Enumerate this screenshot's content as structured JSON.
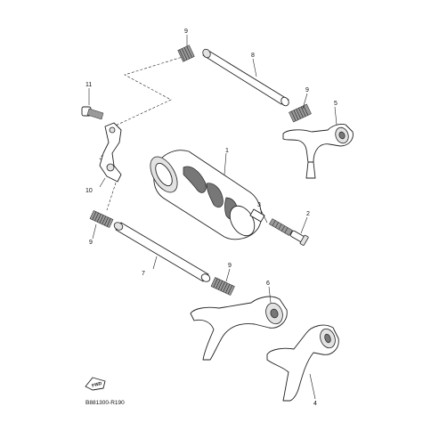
{
  "callouts": {
    "c1": "1",
    "c2": "2",
    "c3": "3",
    "c4": "4",
    "c5": "5",
    "c6": "6",
    "c7": "7",
    "c8": "8",
    "c9a": "9",
    "c9b": "9",
    "c9c": "9",
    "c9d": "9",
    "c10": "10",
    "c11": "11"
  },
  "fwd_label": "FWD",
  "diagram_code": "B881300-R190"
}
